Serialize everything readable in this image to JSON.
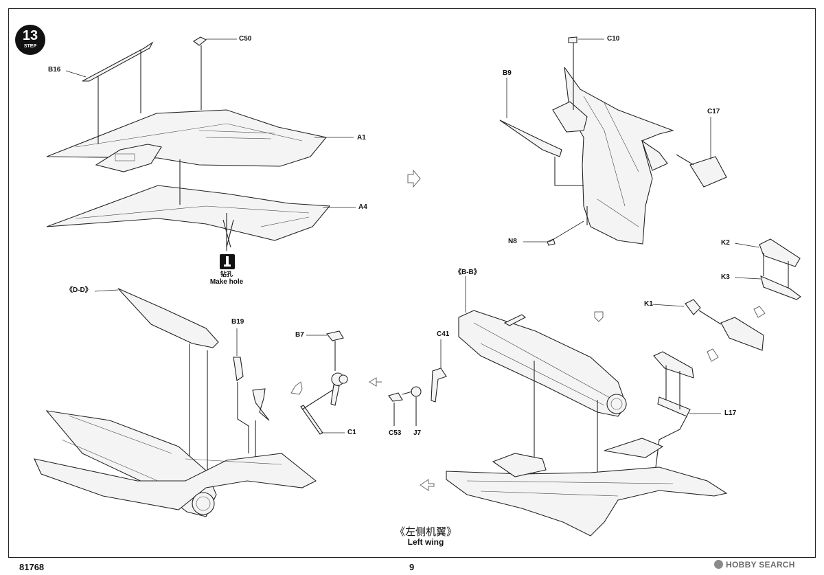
{
  "step": {
    "number": "13",
    "word": "STEP"
  },
  "labels": {
    "B16": "B16",
    "C50": "C50",
    "A1": "A1",
    "A4": "A4",
    "C10": "C10",
    "B9": "B9",
    "C17": "C17",
    "N8": "N8",
    "K2": "K2",
    "K3": "K3",
    "K1": "K1",
    "L17": "L17",
    "DD": "《D-D》",
    "BB": "《B-B》",
    "B19": "B19",
    "B7": "B7",
    "C41": "C41",
    "C1": "C1",
    "C53": "C53",
    "J7": "J7"
  },
  "make_hole": {
    "cn": "钻孔",
    "en": "Make hole"
  },
  "caption": {
    "cn": "《左侧机翼》",
    "en": "Left wing"
  },
  "footer": {
    "kit_number": "81768",
    "page_number": "9"
  },
  "watermark": "HOBBY SEARCH",
  "icons": [
    "step-badge-icon",
    "make-hole-icon",
    "flow-arrow-icon",
    "watermark-logo-icon"
  ]
}
